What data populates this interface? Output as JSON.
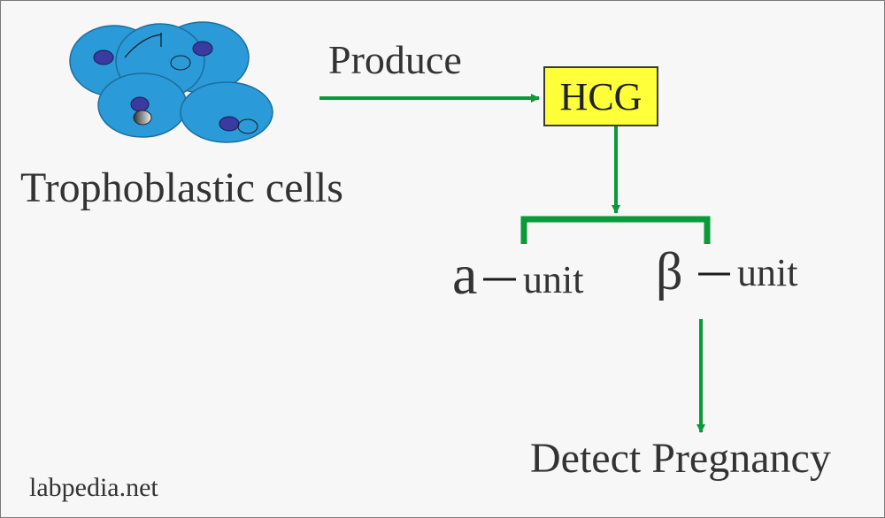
{
  "cells_label": "Trophoblastic cells",
  "produce_label": "Produce",
  "hormone_label": "HCG",
  "alpha_symbol": "a",
  "alpha_unit": "unit",
  "beta_symbol": "β",
  "beta_unit": "unit",
  "detect_label": "Detect Pregnancy",
  "site": "labpedia.net",
  "colors": {
    "arrow": "#0a9a3a",
    "hcg_box": "#ffff3a",
    "cell_fill": "#2a9ad8",
    "nucleus": "#3a3aa0"
  }
}
